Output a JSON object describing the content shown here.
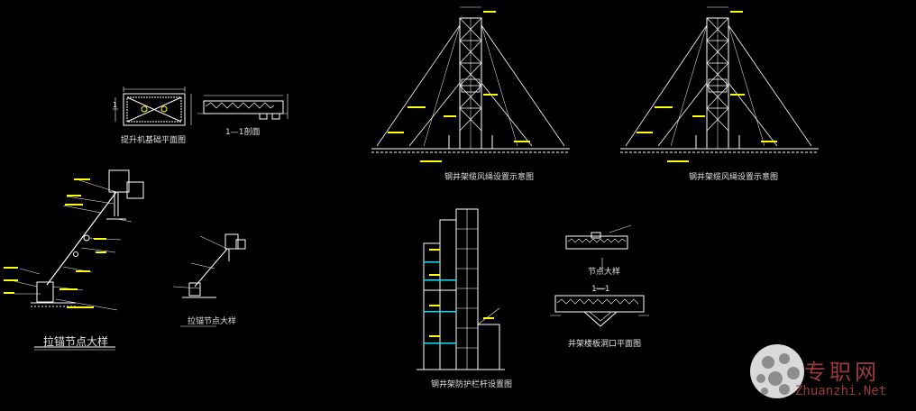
{
  "captions": {
    "foundation_plan": "提升机基础平面图",
    "section_1_1": "1—1剖面",
    "guy_node_detail": "拉锚节点大样",
    "guy_node_detail_small": "拉锚节点大样",
    "elev_a": "钢井架缆风绳设置示意图",
    "elev_b": "钢井架缆风绳设置示意图",
    "side_protection": "钢井架防护栏杆设置图",
    "node_detail": "节点大样",
    "slab_plan": "井架楼板洞口平面图",
    "section_label": "1—1"
  },
  "watermark": {
    "cn": "专职网",
    "en": "Zhuanzhi.Net"
  },
  "colors": {
    "background": "#000000",
    "line": "#ffffff",
    "accent": "#ffff00",
    "dim": "#00e5ff",
    "watermark": "#9a3c3c"
  }
}
